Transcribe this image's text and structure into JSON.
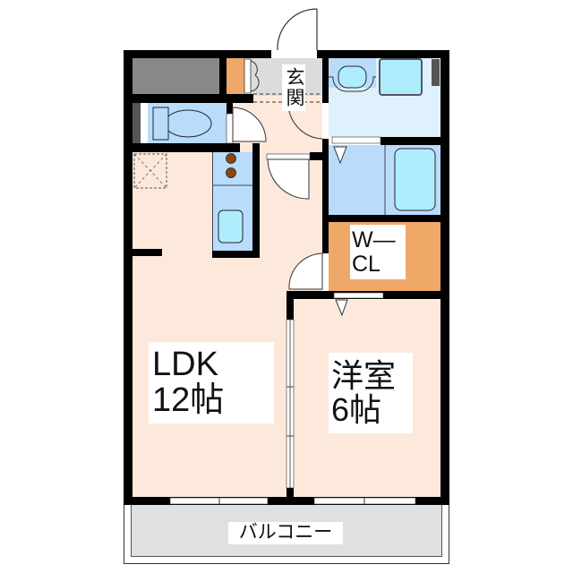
{
  "floorplan": {
    "rooms": {
      "entrance": {
        "label": "玄関"
      },
      "ldk": {
        "line1": "LDK",
        "line2": "12帖"
      },
      "western_room": {
        "line1": "洋室",
        "line2": "6帖"
      },
      "walk_in_closet": {
        "line1": "W—",
        "line2": "CL"
      },
      "balcony": {
        "label": "バルコニー"
      }
    },
    "colors": {
      "wall": "#000000",
      "floor": "#fde9dc",
      "wet_area": "#b9dcfb",
      "washroom": "#dff1fc",
      "fixture": "#aeeefc",
      "closet": "#f0a868",
      "storage": "#888888",
      "entrance_floor": "#dcdcdc",
      "balcony": "#dfe0e2"
    }
  }
}
